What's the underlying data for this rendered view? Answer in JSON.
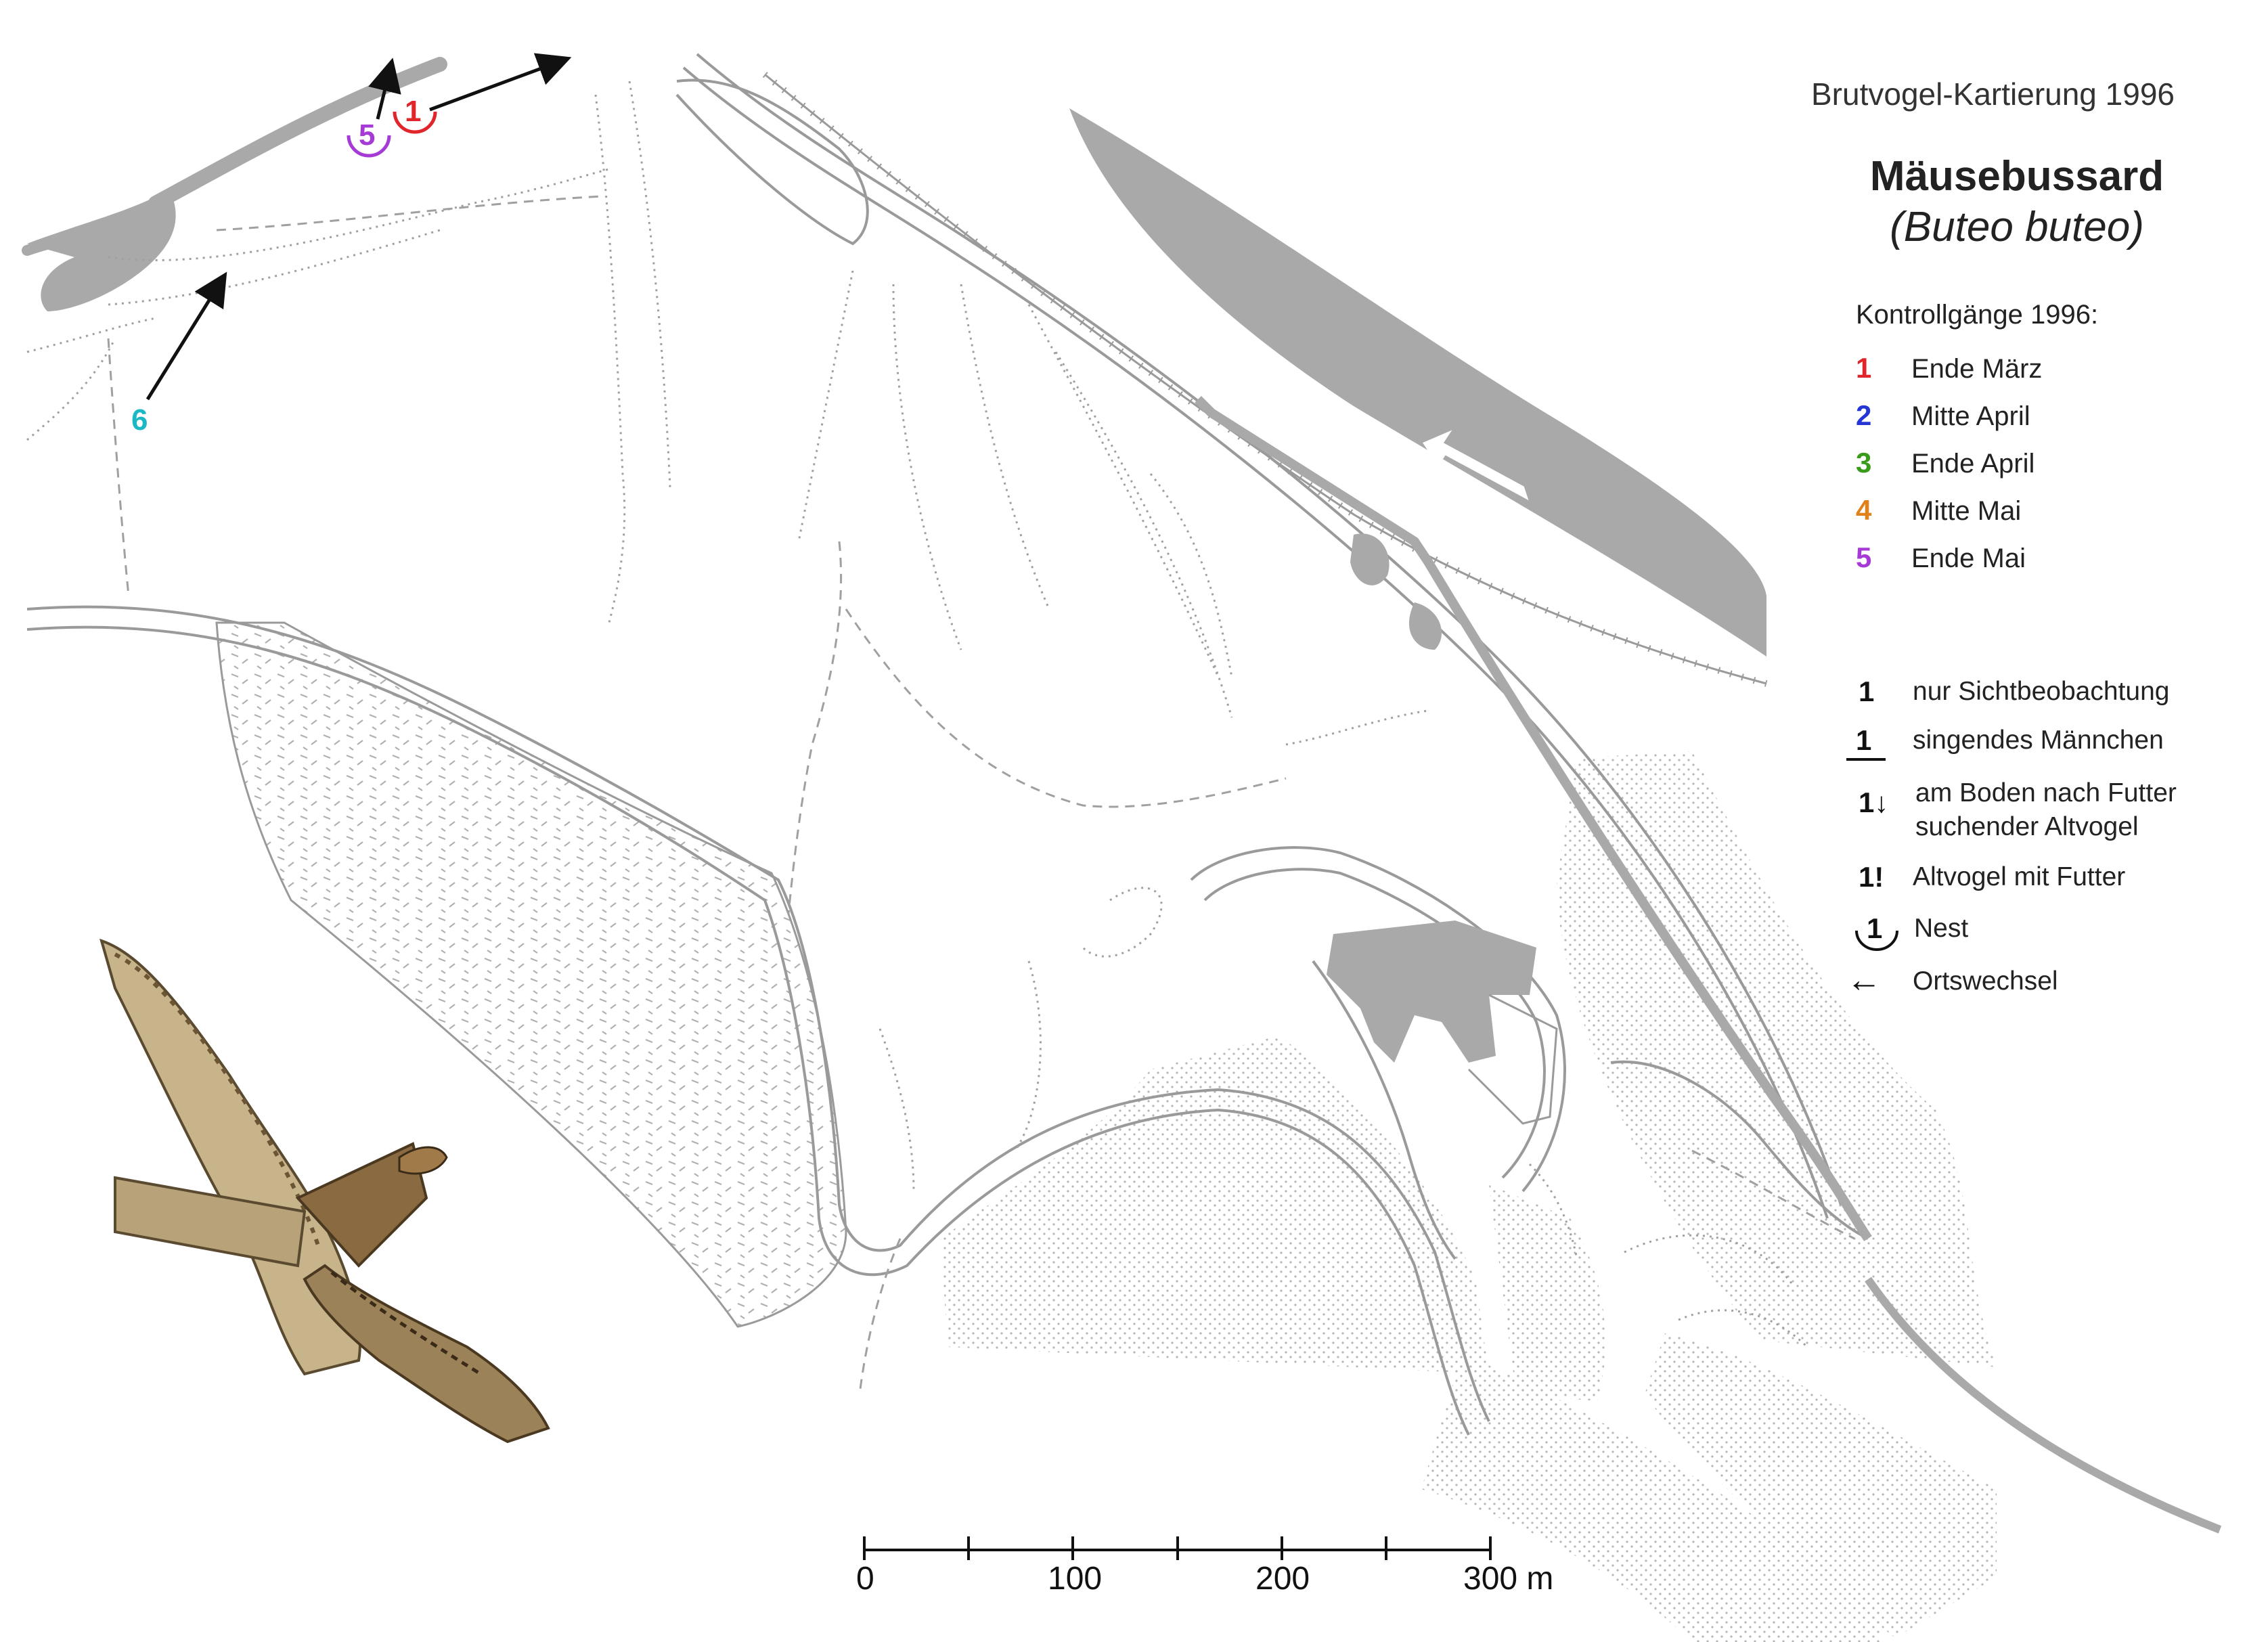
{
  "title": "Brutvogel-Kartierung 1996",
  "species": {
    "name": "Mäusebussard",
    "latin": "(Buteo buteo)"
  },
  "visits_heading": "Kontrollgänge 1996:",
  "visits": [
    {
      "num": "1",
      "label": "Ende März",
      "color": "#e0262a"
    },
    {
      "num": "2",
      "label": "Mitte April",
      "color": "#2436d6"
    },
    {
      "num": "3",
      "label": "Ende April",
      "color": "#3a9a1a"
    },
    {
      "num": "4",
      "label": "Mitte Mai",
      "color": "#e0811a"
    },
    {
      "num": "5",
      "label": "Ende Mai",
      "color": "#a53ad6"
    }
  ],
  "symbols": [
    {
      "sym": "1",
      "label": "nur Sichtbeobachtung",
      "icon": "plain-number"
    },
    {
      "sym": "1",
      "label": "singendes Männchen",
      "icon": "underlined-number"
    },
    {
      "sym": "1↓",
      "label": "am Boden nach Futter",
      "label2": "suchender Altvogel",
      "icon": "number-down-arrow"
    },
    {
      "sym": "1!",
      "label": "Altvogel mit Futter",
      "icon": "number-exclamation"
    },
    {
      "sym": "1",
      "label": "Nest",
      "icon": "nest-arc-icon"
    },
    {
      "sym": "←",
      "label": "Ortswechsel",
      "icon": "arrow-left-icon"
    }
  ],
  "map_markers": [
    {
      "num": "1",
      "color": "#e0262a",
      "type": "nest"
    },
    {
      "num": "5",
      "color": "#a53ad6",
      "type": "nest"
    },
    {
      "num": "6",
      "color": "#1ab8c4",
      "type": "plain"
    }
  ],
  "scale": {
    "ticks": [
      "0",
      "100",
      "200",
      "300 m"
    ]
  },
  "colors": {
    "map_gray": "#a9a9a9",
    "line_gray": "#9a9a9a",
    "dotted": "#bdbdbd"
  }
}
